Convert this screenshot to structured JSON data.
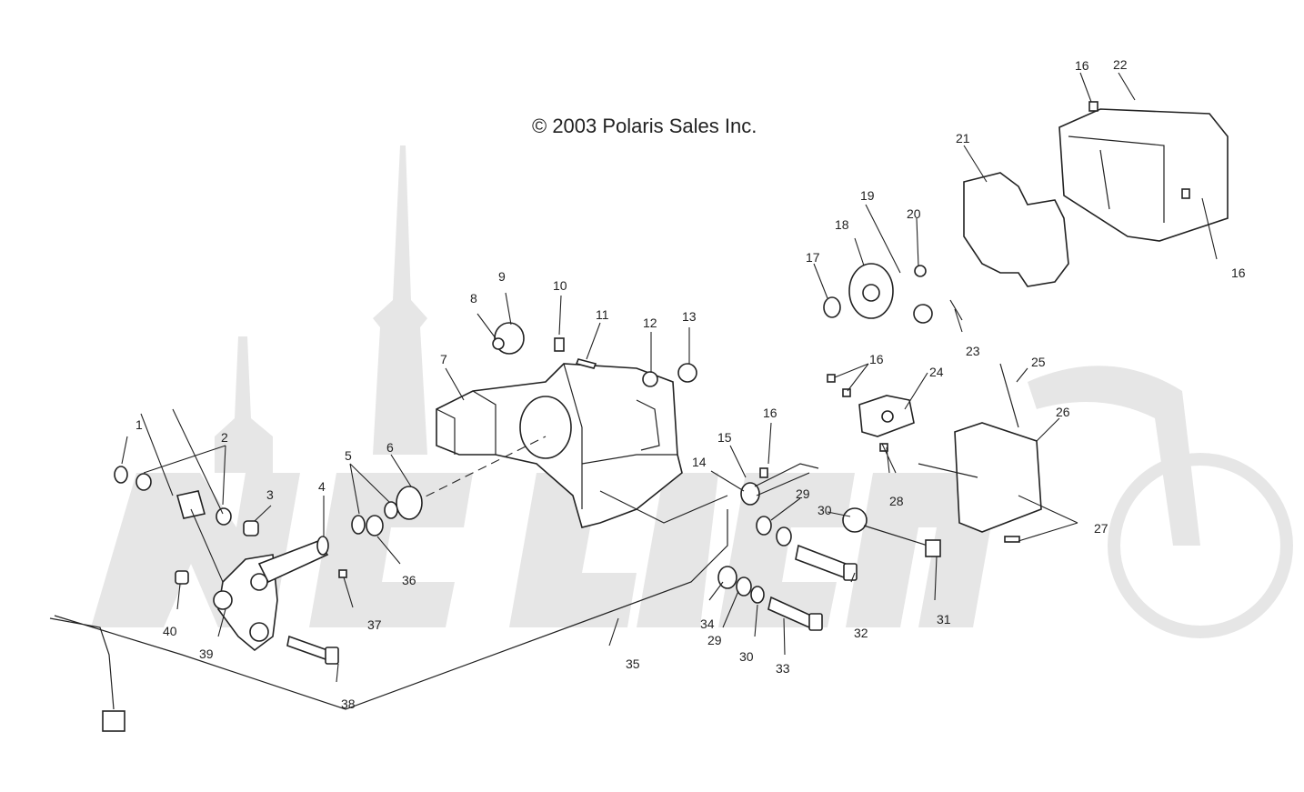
{
  "title": "© 2003 Polaris Sales Inc.",
  "watermark": {
    "text": ""
  },
  "callouts": [
    {
      "id": "c1",
      "label": "1"
    },
    {
      "id": "c2",
      "label": "2"
    },
    {
      "id": "c3",
      "label": "3"
    },
    {
      "id": "c4",
      "label": "4"
    },
    {
      "id": "c5",
      "label": "5"
    },
    {
      "id": "c6",
      "label": "6"
    },
    {
      "id": "c7",
      "label": "7"
    },
    {
      "id": "c8",
      "label": "8"
    },
    {
      "id": "c9",
      "label": "9"
    },
    {
      "id": "c10",
      "label": "10"
    },
    {
      "id": "c11",
      "label": "11"
    },
    {
      "id": "c12",
      "label": "12"
    },
    {
      "id": "c13",
      "label": "13"
    },
    {
      "id": "c14",
      "label": "14"
    },
    {
      "id": "c15",
      "label": "15"
    },
    {
      "id": "c16a",
      "label": "16"
    },
    {
      "id": "c16b",
      "label": "16"
    },
    {
      "id": "c16c",
      "label": "16"
    },
    {
      "id": "c16d",
      "label": "16"
    },
    {
      "id": "c17",
      "label": "17"
    },
    {
      "id": "c18",
      "label": "18"
    },
    {
      "id": "c19",
      "label": "19"
    },
    {
      "id": "c20",
      "label": "20"
    },
    {
      "id": "c21",
      "label": "21"
    },
    {
      "id": "c22",
      "label": "22"
    },
    {
      "id": "c23",
      "label": "23"
    },
    {
      "id": "c24",
      "label": "24"
    },
    {
      "id": "c25",
      "label": "25"
    },
    {
      "id": "c26",
      "label": "26"
    },
    {
      "id": "c27",
      "label": "27"
    },
    {
      "id": "c28",
      "label": "28"
    },
    {
      "id": "c29a",
      "label": "29"
    },
    {
      "id": "c29b",
      "label": "29"
    },
    {
      "id": "c30a",
      "label": "30"
    },
    {
      "id": "c30b",
      "label": "30"
    },
    {
      "id": "c31",
      "label": "31"
    },
    {
      "id": "c32",
      "label": "32"
    },
    {
      "id": "c33",
      "label": "33"
    },
    {
      "id": "c34",
      "label": "34"
    },
    {
      "id": "c35",
      "label": "35"
    },
    {
      "id": "c36",
      "label": "36"
    },
    {
      "id": "c37",
      "label": "37"
    },
    {
      "id": "c38",
      "label": "38"
    },
    {
      "id": "c39",
      "label": "39"
    },
    {
      "id": "c40",
      "label": "40"
    }
  ]
}
